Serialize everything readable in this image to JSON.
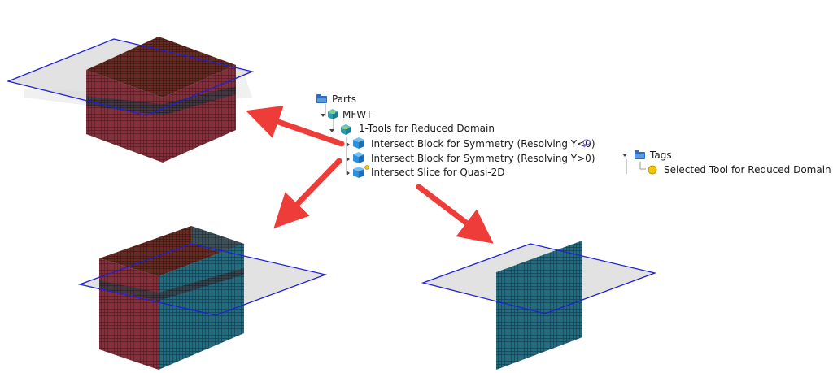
{
  "parts_tree": {
    "root_label": "Parts",
    "part_label": "MFWT",
    "group_label": "1-Tools for Reduced Domain",
    "items": [
      {
        "label": "Intersect Block for Symmetry (Resolving Y<0)",
        "has_comment": true,
        "has_tag": false
      },
      {
        "label": "Intersect Block for Symmetry (Resolving Y>0)",
        "has_comment": false,
        "has_tag": false
      },
      {
        "label": "Intersect Slice for Quasi-2D",
        "has_comment": false,
        "has_tag": true
      }
    ]
  },
  "tags_tree": {
    "root_label": "Tags",
    "items": [
      {
        "label": "Selected Tool for Reduced Domain",
        "color": "#f5c400"
      }
    ]
  },
  "colors": {
    "mesh_red": "#8a2f3a",
    "mesh_cyan": "#1e6f85",
    "plane_outline": "#1f1fd6",
    "arrow": "#ee3c38",
    "folder": "#2b6cc4",
    "cube": "#2f8fd8"
  },
  "icons": {
    "folder": "folder-icon",
    "part": "part-icon",
    "cube": "cube-icon",
    "comment": "comment-icon",
    "tag": "tag-icon",
    "expand": "chevron-down-icon",
    "collapse": "chevron-right-icon"
  }
}
